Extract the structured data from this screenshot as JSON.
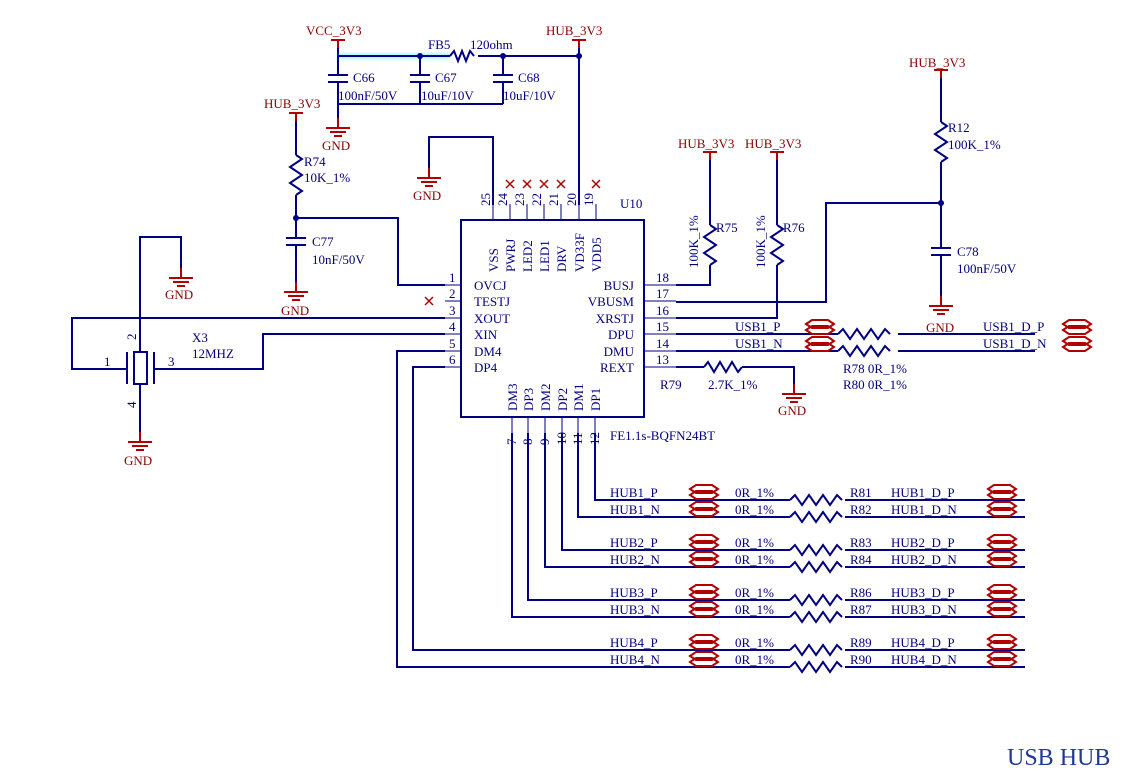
{
  "title": "USB HUB",
  "power": {
    "vcc": "VCC_3V3",
    "hub": "HUB_3V3",
    "gnd": "GND"
  },
  "parts": {
    "fb5": {
      "ref": "FB5",
      "value": "120ohm"
    },
    "c66": {
      "ref": "C66",
      "value": "100nF/50V"
    },
    "c67": {
      "ref": "C67",
      "value": "10uF/10V"
    },
    "c68": {
      "ref": "C68",
      "value": "10uF/10V"
    },
    "r74": {
      "ref": "R74",
      "value": "10K_1%"
    },
    "c77": {
      "ref": "C77",
      "value": "10nF/50V"
    },
    "x3": {
      "ref": "X3",
      "value": "12MHZ"
    },
    "r75": {
      "ref": "R75",
      "value": "100K_1%"
    },
    "r76": {
      "ref": "R76",
      "value": "100K_1%"
    },
    "r12": {
      "ref": "R12",
      "value": "100K_1%"
    },
    "c78": {
      "ref": "C78",
      "value": "100nF/50V"
    },
    "r78": {
      "ref": "R78",
      "value": "0R_1%"
    },
    "r80": {
      "ref": "R80",
      "value": "0R_1%"
    },
    "r79": {
      "ref": "R79",
      "value": "2.7K_1%"
    }
  },
  "chip": {
    "ref": "U10",
    "part": "FE1.1s-BQFN24BT",
    "left_pins": [
      {
        "num": "1",
        "name": "OVCJ"
      },
      {
        "num": "2",
        "name": "TESTJ"
      },
      {
        "num": "3",
        "name": "XOUT"
      },
      {
        "num": "4",
        "name": "XIN"
      },
      {
        "num": "5",
        "name": "DM4"
      },
      {
        "num": "6",
        "name": "DP4"
      }
    ],
    "right_pins": [
      {
        "num": "18",
        "name": "BUSJ"
      },
      {
        "num": "17",
        "name": "VBUSM"
      },
      {
        "num": "16",
        "name": "XRSTJ"
      },
      {
        "num": "15",
        "name": "DPU"
      },
      {
        "num": "14",
        "name": "DMU"
      },
      {
        "num": "13",
        "name": "REXT"
      }
    ],
    "top_pins": [
      {
        "num": "25",
        "name": "VSS"
      },
      {
        "num": "24",
        "name": "PWRJ"
      },
      {
        "num": "23",
        "name": "LED2"
      },
      {
        "num": "22",
        "name": "LED1"
      },
      {
        "num": "21",
        "name": "DRV"
      },
      {
        "num": "20",
        "name": "VD33F"
      },
      {
        "num": "19",
        "name": "VDD5"
      }
    ],
    "bottom_pins": [
      {
        "num": "7",
        "name": "DM3"
      },
      {
        "num": "8",
        "name": "DP3"
      },
      {
        "num": "9",
        "name": "DM2"
      },
      {
        "num": "10",
        "name": "DP2"
      },
      {
        "num": "11",
        "name": "DM1"
      },
      {
        "num": "12",
        "name": "DP1"
      }
    ]
  },
  "crystal_pins": {
    "p1": "1",
    "p2": "2",
    "p3": "3",
    "p4": "4"
  },
  "usb1": {
    "net_p": "USB1_P",
    "net_n": "USB1_N",
    "out_p": "USB1_D_P",
    "out_n": "USB1_D_N"
  },
  "hubs": [
    {
      "net_p": "HUB1_P",
      "net_n": "HUB1_N",
      "val_p": "0R_1%",
      "val_n": "0R_1%",
      "ref_p": "R81",
      "ref_n": "R82",
      "out_p": "HUB1_D_P",
      "out_n": "HUB1_D_N"
    },
    {
      "net_p": "HUB2_P",
      "net_n": "HUB2_N",
      "val_p": "0R_1%",
      "val_n": "0R_1%",
      "ref_p": "R83",
      "ref_n": "R84",
      "out_p": "HUB2_D_P",
      "out_n": "HUB2_D_N"
    },
    {
      "net_p": "HUB3_P",
      "net_n": "HUB3_N",
      "val_p": "0R_1%",
      "val_n": "0R_1%",
      "ref_p": "R86",
      "ref_n": "R87",
      "out_p": "HUB3_D_P",
      "out_n": "HUB3_D_N"
    },
    {
      "net_p": "HUB4_P",
      "net_n": "HUB4_N",
      "val_p": "0R_1%",
      "val_n": "0R_1%",
      "ref_p": "R89",
      "ref_n": "R90",
      "out_p": "HUB4_D_P",
      "out_n": "HUB4_D_N"
    }
  ]
}
